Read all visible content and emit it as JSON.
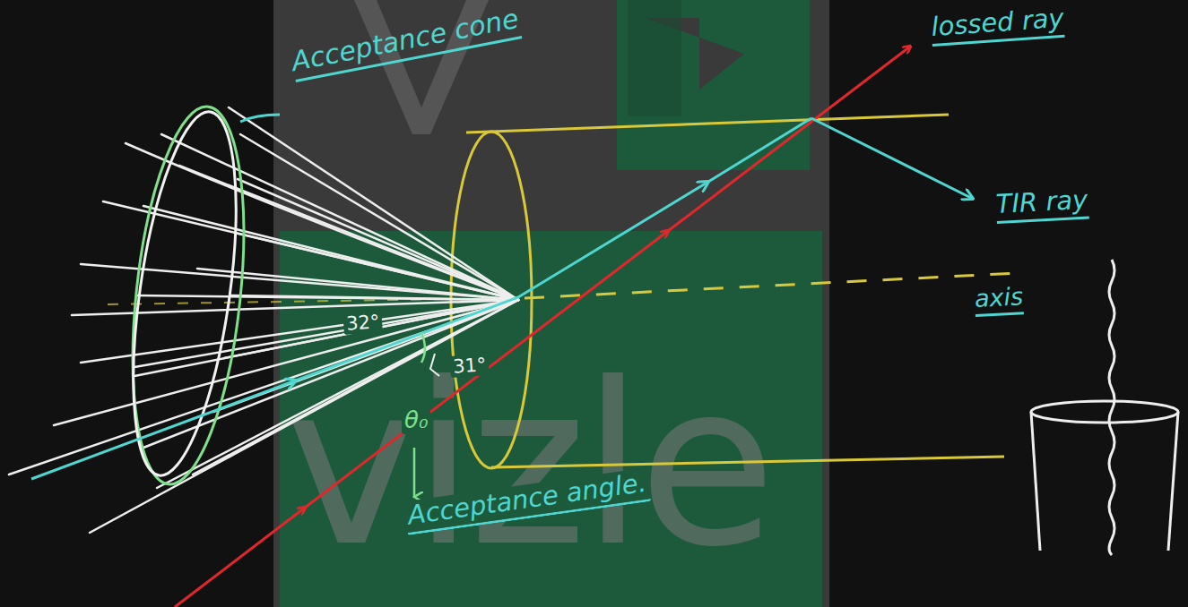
{
  "diagram": {
    "labels": [
      "Acceptance cone",
      "lossed ray",
      "TIR ray",
      "axis",
      "32°",
      "31°",
      "θ₀",
      "Acceptance angle.",
      "vizle"
    ]
  }
}
